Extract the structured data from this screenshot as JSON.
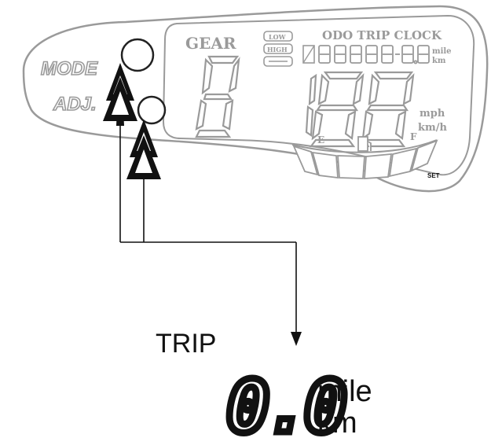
{
  "buttons": {
    "mode_label": "MODE",
    "adj_label": "ADJ."
  },
  "lcd": {
    "gear_label": "GEAR",
    "mode_row": "ODO TRIP CLOCK",
    "odo_unit_top": "mile",
    "odo_unit_bottom": "km",
    "indicator_1": "LOW",
    "indicator_2": "HIGH",
    "speed_unit_top": "mph",
    "speed_unit_bottom": "km/h",
    "fuel_empty": "E",
    "fuel_full": "F",
    "set_label": "SET"
  },
  "result": {
    "mode_name": "TRIP",
    "value": "0.0",
    "unit_top": "mile",
    "unit_bottom": "km"
  },
  "colors": {
    "outline": "#9a9a9a",
    "ink": "#111111"
  }
}
